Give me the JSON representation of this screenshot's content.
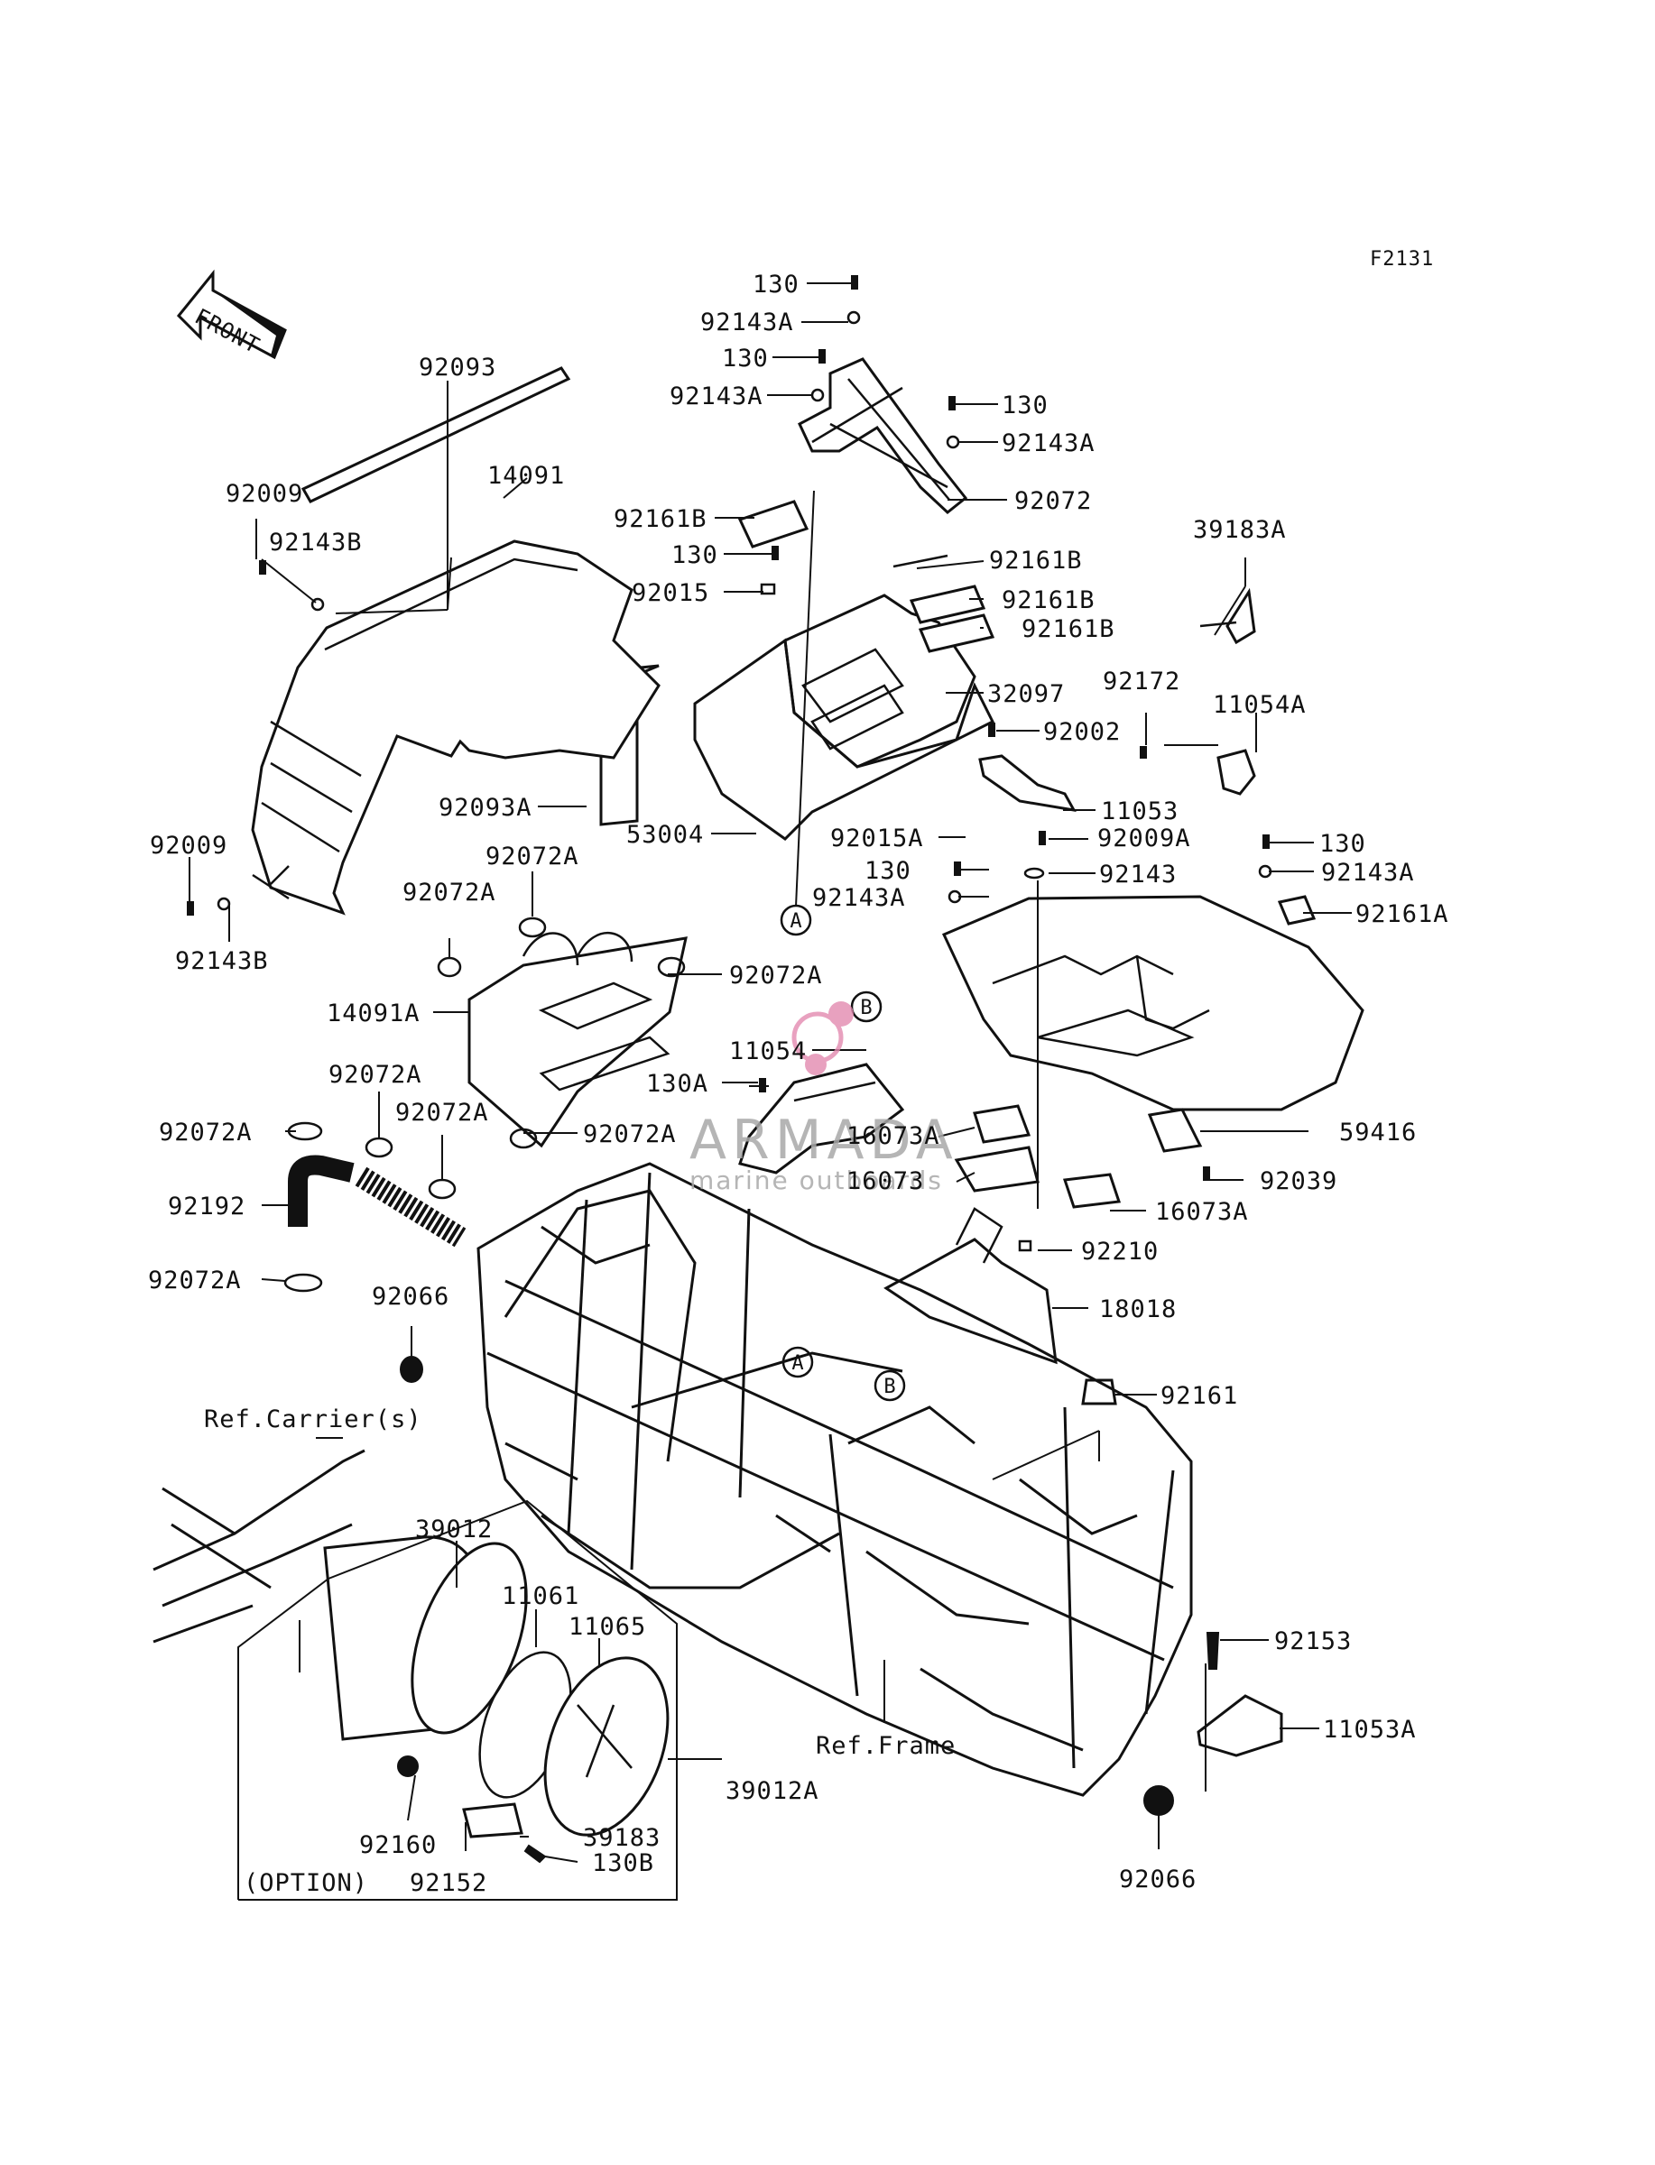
{
  "figure_code": "F2131",
  "front_arrow_label": "FRONT",
  "watermark": {
    "brand": "ARMADA",
    "tagline": "marine outboards"
  },
  "callout_markers": {
    "a": "A",
    "b": "B"
  },
  "option_box_label": "(OPTION)",
  "references": {
    "carrier": "Ref.Carrier(s)",
    "frame": "Ref.Frame"
  },
  "parts": [
    "130",
    "92143A",
    "130",
    "92143A",
    "130",
    "92143A",
    "92072",
    "92093",
    "14091",
    "92009",
    "92143B",
    "92161B",
    "130",
    "92015",
    "92161B",
    "92161B",
    "92161B",
    "32097",
    "39183A",
    "92172",
    "11054A",
    "92002",
    "11053",
    "92093A",
    "53004",
    "92015A",
    "92009A",
    "130",
    "92143A",
    "92009",
    "92143B",
    "92072A",
    "92072A",
    "130",
    "92143",
    "92143A",
    "92161A",
    "14091A",
    "92072A",
    "11054",
    "130A",
    "16073A",
    "16073",
    "92072A",
    "92072A",
    "92072A",
    "92072A",
    "92192",
    "59416",
    "92039",
    "16073A",
    "92072A",
    "92210",
    "18018",
    "92066",
    "92161",
    "39012",
    "11061",
    "11065",
    "92153",
    "11053A",
    "39012A",
    "92160",
    "39183",
    "92152",
    "130B",
    "92066"
  ]
}
